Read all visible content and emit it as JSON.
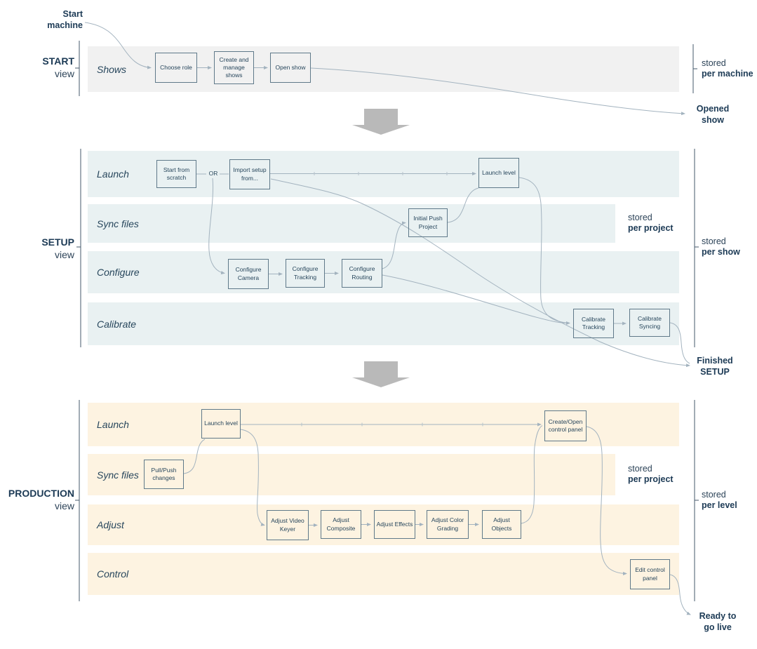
{
  "colors": {
    "row_start_bg": "#f1f1f1",
    "row_setup_bg": "#e9f1f2",
    "row_production_bg": "#fdf3e1",
    "connector": "#a3b3bf",
    "box_border": "#5f7989",
    "text_dark": "#27465c",
    "text_navy": "#1c3a55",
    "arrow_gray": "#b9b9b9",
    "bracket": "#44596b"
  },
  "annotations": {
    "start_machine": "Start machine",
    "opened_show": "Opened show",
    "finished_setup": "Finished SETUP",
    "ready_to_go_live": "Ready to go live",
    "or": "OR"
  },
  "sections": {
    "start": {
      "title": "START",
      "subtitle": "view",
      "rows": {
        "shows": "Shows"
      },
      "stored": {
        "line1": "stored",
        "line2": "per machine"
      }
    },
    "setup": {
      "title": "SETUP",
      "subtitle": "view",
      "rows": {
        "launch": "Launch",
        "sync": "Sync files",
        "configure": "Configure",
        "calibrate": "Calibrate"
      },
      "stored_sync": {
        "line1": "stored",
        "line2": "per project"
      },
      "stored": {
        "line1": "stored",
        "line2": "per show"
      }
    },
    "production": {
      "title": "PRODUCTION",
      "subtitle": "view",
      "rows": {
        "launch": "Launch",
        "sync": "Sync files",
        "adjust": "Adjust",
        "control": "Control"
      },
      "stored_sync": {
        "line1": "stored",
        "line2": "per project"
      },
      "stored": {
        "line1": "stored",
        "line2": "per level"
      }
    }
  },
  "boxes": {
    "choose_role": "Choose role",
    "create_manage_shows": "Create and manage shows",
    "open_show": "Open show",
    "start_from_scratch": "Start from scratch",
    "import_setup_from": "Import setup from...",
    "launch_level_setup": "Launch level",
    "initial_push_project": "Initial Push Project",
    "configure_camera": "Configure Camera",
    "configure_tracking": "Configure Tracking",
    "configure_routing": "Configure Routing",
    "calibrate_tracking": "Calibrate Tracking",
    "calibrate_syncing": "Calibrate Syncing",
    "launch_level_prod": "Launch level",
    "pull_push_changes": "Pull/Push changes",
    "adjust_video_keyer": "Adjust Video Keyer",
    "adjust_composite": "Adjust Composite",
    "adjust_effects": "Adjust Effects",
    "adjust_color_grading": "Adjust Color Grading",
    "adjust_objects": "Adjust Objects",
    "create_open_control_panel": "Create/Open control panel",
    "edit_control_panel": "Edit control panel"
  }
}
